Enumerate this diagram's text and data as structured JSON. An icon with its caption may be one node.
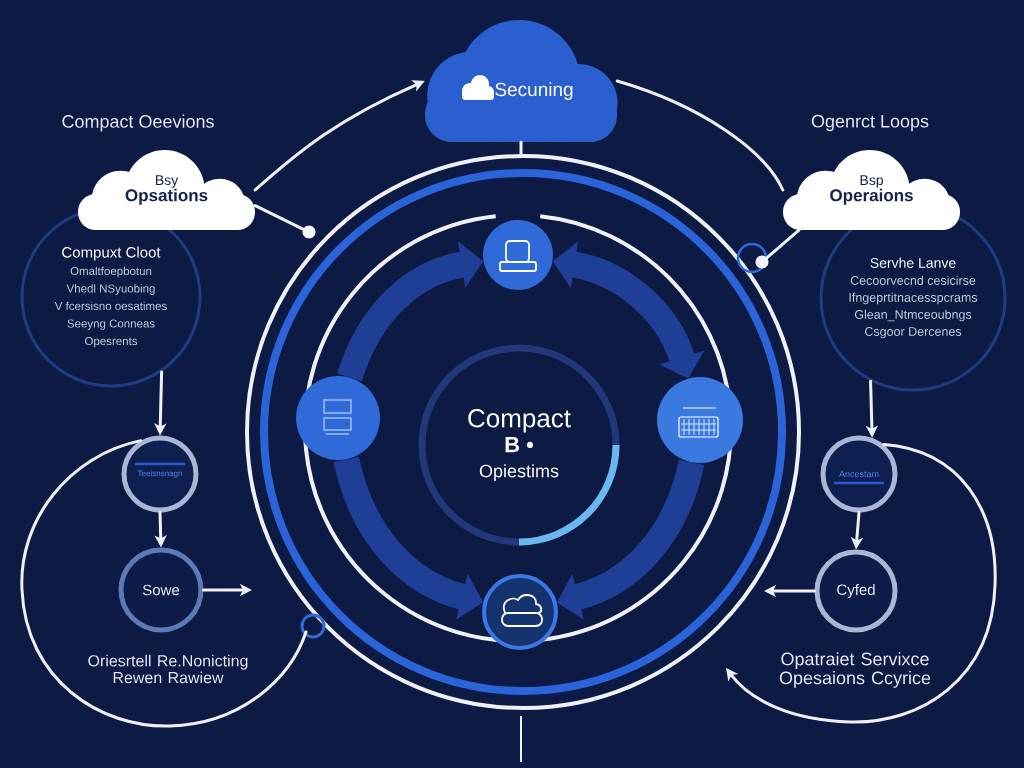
{
  "diagram": {
    "nodes": [
      {
        "text": [
          "Bsy",
          "Opsations"
        ]
      },
      {
        "text": [
          "Secuning"
        ]
      },
      {
        "text": [
          "Bsp",
          "Operaions"
        ]
      },
      {
        "text": [
          "Compuxt Cloot",
          "Omaltfoepbotun",
          "Vhedl NSyuobing",
          "V fcersisno oesatimes",
          "Seeyng Conneas",
          "Opesrents"
        ]
      },
      {
        "text": [],
        "shape": "circle"
      },
      {
        "text": [
          "Servhe Lanve",
          "Cecoorvecnd cesicirse",
          "Ifngeprtitnacesspcrams",
          "Glean_Ntmceoubngs",
          "Csgoor Dercenes"
        ]
      },
      {
        "text": [],
        "shape": "circle"
      },
      {
        "text": [
          "Compact",
          "B •",
          "Opiestims"
        ]
      },
      {
        "text": [],
        "shape": "circle"
      },
      {
        "text": [
          "Teeisnsnagn"
        ]
      },
      {
        "text": [
          "Ancestam"
        ]
      },
      {
        "text": [
          "Sowe"
        ]
      },
      {
        "text": [
          "Cyfed"
        ]
      },
      {
        "text": [],
        "shape": "circle"
      },
      {
        "text": [],
        "shape": "circle"
      },
      {
        "text": [],
        "shape": "circle"
      }
    ],
    "edges": [
      {
        "from": 0,
        "to": 1,
        "arrow": "to"
      },
      {
        "from": 1,
        "to": 2,
        "arrow": "none"
      },
      {
        "from": 1,
        "to": null,
        "arrow": "none"
      },
      {
        "from": 0,
        "to": 14,
        "arrow": "none"
      },
      {
        "from": 2,
        "to": 15,
        "arrow": "none"
      },
      {
        "from": 6,
        "to": 4,
        "arrow": "to",
        "style": "thick",
        "color": "#1f3f96"
      },
      {
        "from": 4,
        "to": 8,
        "arrow": "both",
        "style": "thick",
        "color": "#1f3f96"
      },
      {
        "from": 8,
        "to": 13,
        "arrow": "to",
        "style": "thick",
        "color": "#1f3f96"
      },
      {
        "from": 6,
        "to": 13,
        "arrow": "to",
        "style": "thick",
        "color": "#1f3f96"
      },
      {
        "from": 3,
        "to": 9,
        "arrow": "to"
      },
      {
        "from": 9,
        "to": 11,
        "arrow": "to"
      },
      {
        "from": 11,
        "to": null,
        "arrow": "to"
      },
      {
        "from": 9,
        "to": null,
        "arrow": "none"
      },
      {
        "from": 5,
        "to": 10,
        "arrow": "to"
      },
      {
        "from": 10,
        "to": 12,
        "arrow": "to"
      },
      {
        "from": 12,
        "to": null,
        "arrow": "to"
      },
      {
        "from": 10,
        "to": null,
        "arrow": "to"
      }
    ],
    "labels": [
      "Compact Oeevions",
      "Ogenrct Loops",
      "Oriesrtell Re.Nonicting Rewen Rawiew",
      "Opatraiet Servixce Opesaions Ccyrice"
    ]
  }
}
